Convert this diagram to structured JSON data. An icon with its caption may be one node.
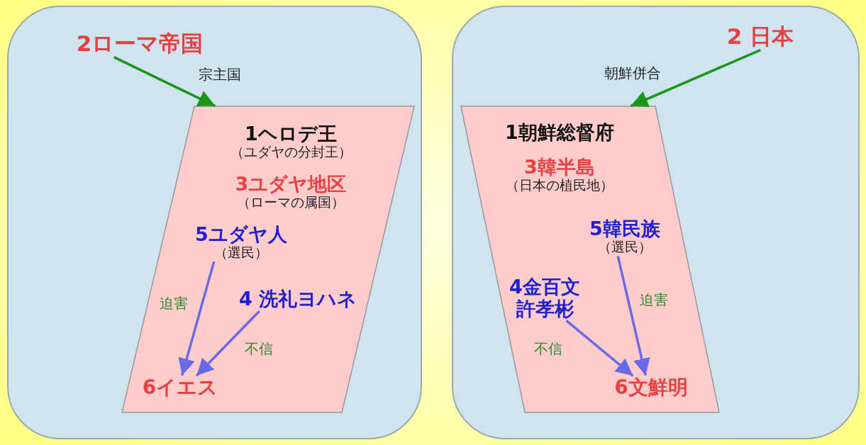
{
  "diagram": {
    "nodes": [
      {
        "text": [],
        "shape": "box"
      },
      {
        "text": [
          "2ローマ帝国"
        ],
        "in": 0
      },
      {
        "text": [],
        "shape": "parallelogram",
        "in": 0
      },
      {
        "text": [
          "1ヘロデ王",
          "（ユダヤの分封王）"
        ],
        "in": 2
      },
      {
        "text": [
          "3ユダヤ地区",
          "（ローマの属国）"
        ],
        "in": 2
      },
      {
        "text": [
          "5ユダヤ人",
          "（選民）"
        ],
        "in": 2
      },
      {
        "text": [
          "4 洗礼ヨハネ"
        ],
        "in": 2
      },
      {
        "text": [
          "6イエス"
        ],
        "in": 2
      },
      {
        "text": [],
        "shape": "box"
      },
      {
        "text": [
          "2 日本"
        ],
        "in": 8
      },
      {
        "text": [],
        "shape": "parallelogram",
        "in": 8
      },
      {
        "text": [
          "1朝鮮総督府"
        ],
        "in": 10
      },
      {
        "text": [
          "3韓半島",
          "（日本の植民地）"
        ],
        "in": 10
      },
      {
        "text": [
          "5韓民族",
          "（選民）"
        ],
        "in": 10
      },
      {
        "text": [
          "4金百文許孝彬"
        ],
        "in": 10
      },
      {
        "text": [
          "6文鮮明"
        ],
        "in": 10
      }
    ],
    "edges": [
      {
        "from": 1,
        "to": 2,
        "arrow": "to",
        "label": "宗主国",
        "color": "#1a961a"
      },
      {
        "from": 5,
        "to": 7,
        "arrow": "to",
        "label": "迫害",
        "color": "#6a6ae8"
      },
      {
        "from": 6,
        "to": 7,
        "arrow": "to",
        "label": "不信",
        "color": "#6a6ae8"
      },
      {
        "from": 9,
        "to": 10,
        "arrow": "to",
        "label": "朝鮮併合",
        "color": "#1a961a"
      },
      {
        "from": 14,
        "to": 15,
        "arrow": "to",
        "label": "不信",
        "color": "#6a6ae8"
      },
      {
        "from": 13,
        "to": 15,
        "arrow": "to",
        "label": "迫害",
        "color": "#6a6ae8"
      }
    ]
  }
}
